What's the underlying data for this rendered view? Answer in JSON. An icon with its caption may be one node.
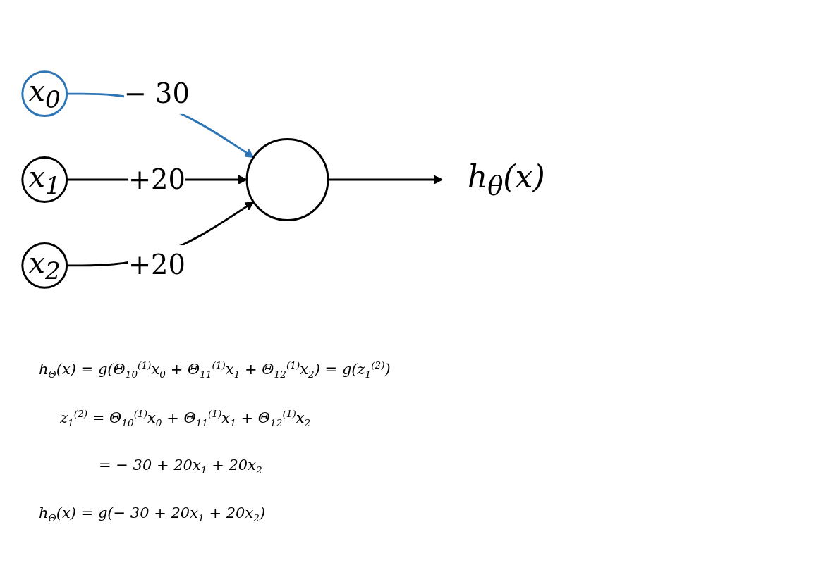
{
  "diagram": {
    "nodes": [
      {
        "text": [
          "x$_{0}$"
        ]
      },
      {
        "text": [
          "x$_{1}$"
        ]
      },
      {
        "text": [
          "x$_{2}$"
        ]
      },
      {
        "text": [],
        "shape": "circle"
      },
      {
        "text": [
          "h$_{θ}$(x)"
        ]
      }
    ],
    "edges": [
      {
        "from": 0,
        "to": 3,
        "arrow": "to",
        "label": "− 30",
        "color": "#2e75b6"
      },
      {
        "from": 1,
        "to": 3,
        "arrow": "to",
        "label": "+20"
      },
      {
        "from": 2,
        "to": 3,
        "arrow": "to",
        "label": "+20"
      },
      {
        "from": 3,
        "to": 4,
        "arrow": "to"
      }
    ],
    "labels": [
      "h$_{Θ}$(x) = g(Θ$_{10}$$^{(1)}$x$_{0}$ +  Θ$_{11}$$^{(1)}$x$_{1}$ + Θ$_{12}$$^{(1)}$x$_{2}$) = g(z$_{1}$$^{(2)}$)",
      "z$_{1}$$^{(2)}$ = Θ$_{10}$$^{(1)}$x$_{0}$ +  Θ$_{11}$$^{(1)}$x$_{1}$ + Θ$_{12}$$^{(1)}$x$_{2}$",
      "= − 30 + 20x$_{1}$ + 20x$_{2}$",
      "h$_{Θ}$(x) =  g(− 30 + 20x$_{1}$ + 20x$_{2}$)"
    ]
  }
}
